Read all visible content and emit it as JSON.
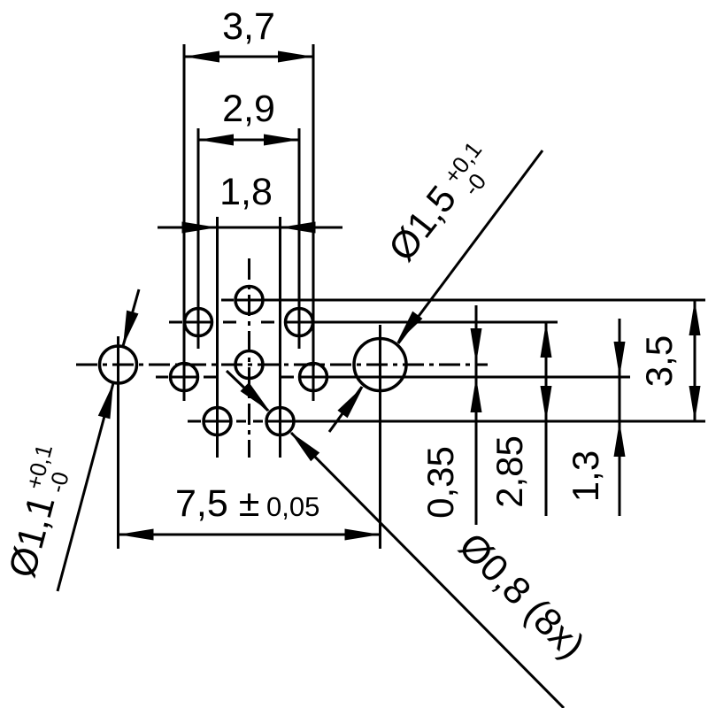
{
  "labels": {
    "dim_top_outer": "3,7",
    "dim_top_mid": "2,9",
    "dim_top_inner": "1,8",
    "dim_pitch_main": "7,5 ±",
    "dim_pitch_tol": "0,05",
    "dim_right_center_offset": "0,35",
    "dim_right_second_row": "2,85",
    "dim_right_lower_row": "1,3",
    "dim_right_total": "3,5",
    "hole_right_dia": "Ø1,5",
    "hole_right_tol_plus": "+0,1",
    "hole_right_tol_minus": "-0",
    "hole_left_dia": "Ø1,1",
    "hole_left_tol_plus": "+0,1",
    "hole_left_tol_minus": "-0",
    "holes_small_dia": "Ø0,8 (8x)"
  },
  "colors": {
    "line": "#000000",
    "background": "#ffffff"
  }
}
